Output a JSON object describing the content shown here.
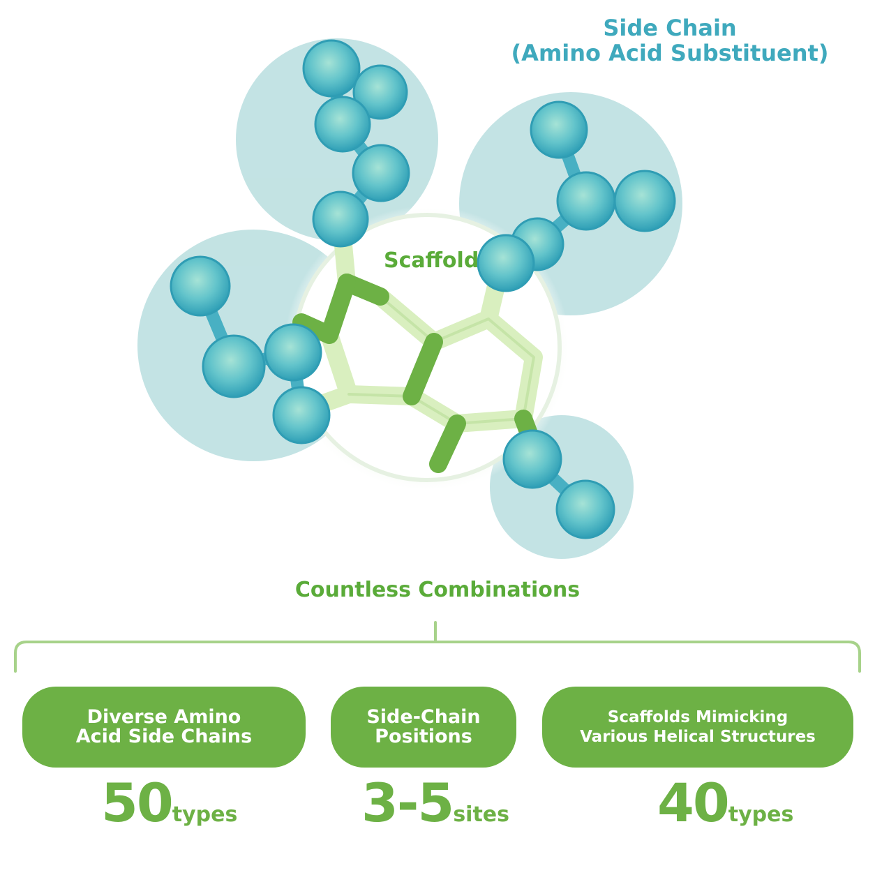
{
  "side_chain_title": {
    "line1": "Side Chain",
    "line2": "(Amino Acid Substituent)"
  },
  "scaffold_label": "Scaffold",
  "combinations_label": "Countless Combinations",
  "categories": [
    {
      "line1": "Diverse Amino",
      "line2": "Acid Side Chains",
      "value": "50",
      "unit": "types"
    },
    {
      "line1": "Side-Chain",
      "line2": "Positions",
      "value": "3-5",
      "unit": "sites"
    },
    {
      "line1": "Scaffolds Mimicking",
      "line2": "Various Helical Structures",
      "value": "40",
      "unit": "types"
    }
  ],
  "colors": {
    "side_chain": "#3fa9bd",
    "atom": "#5cc2cc",
    "halo": "#bde0e1",
    "scaffold_dark": "#6db145",
    "scaffold_light": "#d9efbf",
    "accent_green": "#5aab39"
  }
}
